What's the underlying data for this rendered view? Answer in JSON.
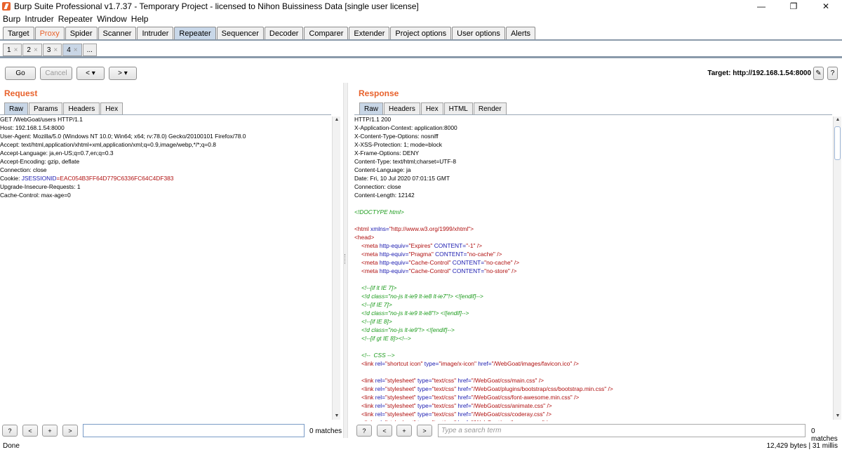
{
  "window": {
    "title": "Burp Suite Professional v1.7.37 - Temporary Project - licensed to Nihon Buissiness Data [single user license]",
    "minimize": "—",
    "maximize": "❐",
    "close": "✕"
  },
  "menu": [
    "Burp",
    "Intruder",
    "Repeater",
    "Window",
    "Help"
  ],
  "main_tabs": [
    "Target",
    "Proxy",
    "Spider",
    "Scanner",
    "Intruder",
    "Repeater",
    "Sequencer",
    "Decoder",
    "Comparer",
    "Extender",
    "Project options",
    "User options",
    "Alerts"
  ],
  "sub_tabs": [
    {
      "label": "1",
      "close": "×"
    },
    {
      "label": "2",
      "close": "×"
    },
    {
      "label": "3",
      "close": "×"
    },
    {
      "label": "4",
      "close": "×"
    },
    {
      "label": "...",
      "close": ""
    }
  ],
  "toolbar": {
    "go": "Go",
    "cancel": "Cancel",
    "back": "< ▾",
    "forward": "> ▾",
    "target": "Target: http://192.168.1.54:8000",
    "edit_icon": "✎",
    "help_icon": "?"
  },
  "request": {
    "title": "Request",
    "tabs": [
      "Raw",
      "Params",
      "Headers",
      "Hex"
    ],
    "lines": [
      "GET /WebGoat/users HTTP/1.1",
      "Host: 192.168.1.54:8000",
      "User-Agent: Mozilla/5.0 (Windows NT 10.0; Win64; x64; rv:78.0) Gecko/20100101 Firefox/78.0",
      "Accept: text/html,application/xhtml+xml,application/xml;q=0.9,image/webp,*/*;q=0.8",
      "Accept-Language: ja,en-US;q=0.7,en;q=0.3",
      "Accept-Encoding: gzip, deflate",
      "Connection: close"
    ],
    "cookie_prefix": "Cookie: ",
    "cookie_name": "JSESSIONID",
    "cookie_value": "=EAC054B3FF64D779C6336FC64C4DF383",
    "lines_after": [
      "Upgrade-Insecure-Requests: 1",
      "Cache-Control: max-age=0"
    ],
    "search": {
      "help": "?",
      "prev": "<",
      "add": "+",
      "next": ">",
      "value": "",
      "matches": "0 matches"
    }
  },
  "response": {
    "title": "Response",
    "tabs": [
      "Raw",
      "Headers",
      "Hex",
      "HTML",
      "Render"
    ],
    "headers": [
      "HTTP/1.1 200",
      "X-Application-Context: application:8000",
      "X-Content-Type-Options: nosniff",
      "X-XSS-Protection: 1; mode=block",
      "X-Frame-Options: DENY",
      "Content-Type: text/html;charset=UTF-8",
      "Content-Language: ja",
      "Date: Fri, 10 Jul 2020 07:01:15 GMT",
      "Connection: close",
      "Content-Length: 12142"
    ],
    "doctype": "<!DOCTYPE html>",
    "html_open": {
      "tag": "<html ",
      "attr": "xmlns=",
      "val": "\"http://www.w3.org/1999/xhtml\"",
      "end": ">"
    },
    "head_open": "<head>",
    "metas": [
      {
        "tag": "<meta ",
        "a1": "http-equiv=",
        "v1": "\"Expires\" ",
        "a2": "CONTENT=",
        "v2": "\"-1\" ",
        "end": "/>"
      },
      {
        "tag": "<meta ",
        "a1": "http-equiv=",
        "v1": "\"Pragma\" ",
        "a2": "CONTENT=",
        "v2": "\"no-cache\" ",
        "end": "/>"
      },
      {
        "tag": "<meta ",
        "a1": "http-equiv=",
        "v1": "\"Cache-Control\" ",
        "a2": "CONTENT=",
        "v2": "\"no-cache\" ",
        "end": "/>"
      },
      {
        "tag": "<meta ",
        "a1": "http-equiv=",
        "v1": "\"Cache-Control\" ",
        "a2": "CONTENT=",
        "v2": "\"no-store\" ",
        "end": "/>"
      }
    ],
    "comments1": [
      "<!--[if lt IE 7]>",
      "<!d class=\"no-js lt-ie9 lt-ie8 lt-ie7\"!> <![endif]-->",
      "<!--[if IE 7]>",
      "<!d class=\"no-js lt-ie9 lt-ie8\"!> <![endif]-->",
      "<!--[if IE 8]>",
      "<!d class=\"no-js lt-ie9\"!> <![endif]-->",
      "<!--[if gt IE 8]><!-->"
    ],
    "css_comment": "<!--  CSS -->",
    "icon_link": {
      "tag": "<link ",
      "a1": "rel=",
      "v1": "\"shortcut icon\" ",
      "a2": "type=",
      "v2": "\"image/x-icon\" ",
      "a3": "href=",
      "v3": "\"/WebGoat/images/favicon.ico\" ",
      "end": "/>"
    },
    "stylesheets": [
      "\"/WebGoat/css/main.css\" ",
      "\"/WebGoat/plugins/bootstrap/css/bootstrap.min.css\" ",
      "\"/WebGoat/css/font-awesome.min.css\" ",
      "\"/WebGoat/css/animate.css\" ",
      "\"/WebGoat/css/coderay.css\" ",
      "\"/WebGoat/css/lessons.css\" "
    ],
    "link_parts": {
      "tag": "<link ",
      "a1": "rel=",
      "v1": "\"stylesheet\" ",
      "a2": "type=",
      "v2": "\"text/css\" ",
      "a3": "href=",
      "end": "/>"
    },
    "search": {
      "help": "?",
      "prev": "<",
      "add": "+",
      "next": ">",
      "placeholder": "Type a search term",
      "matches": "0 matches"
    }
  },
  "status": {
    "left": "Done",
    "right": "12,429 bytes | 31 millis"
  }
}
